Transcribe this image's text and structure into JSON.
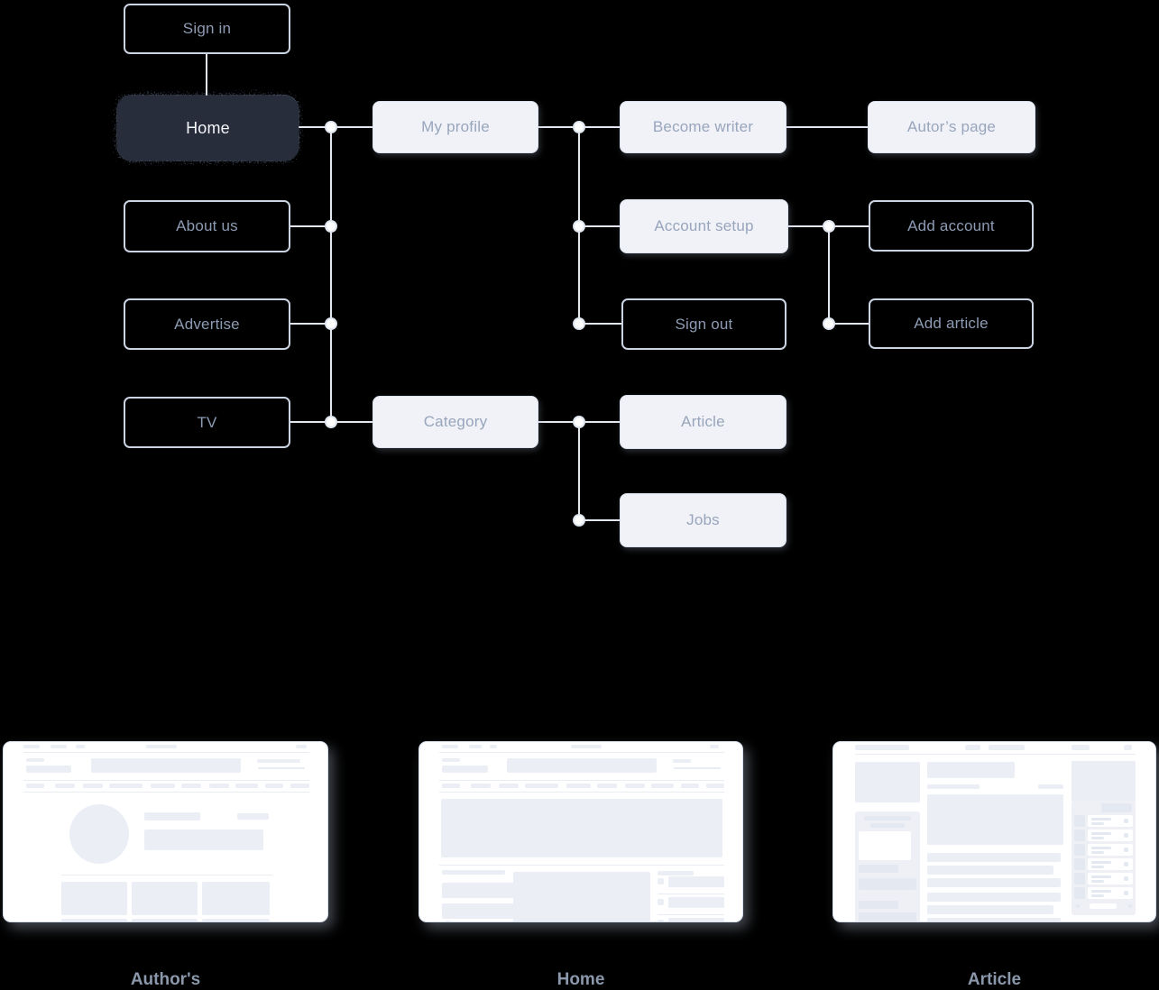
{
  "nodes": {
    "sign_in": "Sign in",
    "home": "Home",
    "about_us": "About us",
    "advertise": "Advertise",
    "tv": "TV",
    "my_profile": "My profile",
    "category": "Category",
    "become_writer": "Become writer",
    "account_setup": "Account setup",
    "sign_out": "Sign out",
    "article": "Article",
    "jobs": "Jobs",
    "autors_page": "Autor’s page",
    "add_account": "Add account",
    "add_article": "Add article"
  },
  "previews": {
    "authors_label": "Author's",
    "home_label": "Home",
    "article_label": "Article"
  },
  "colors": {
    "background": "#000000",
    "dark_node_bg": "#272d3b",
    "dark_node_text": "#f3f5f9",
    "filled_node_bg": "#f0f2f7",
    "outlined_node_border": "#ccd5e3",
    "node_text": "#8d9bb3",
    "connector_line": "#e2e7f0",
    "junction_dot": "#ffffff",
    "card_bg": "#ffffff",
    "caption_text": "#8b97ab"
  }
}
